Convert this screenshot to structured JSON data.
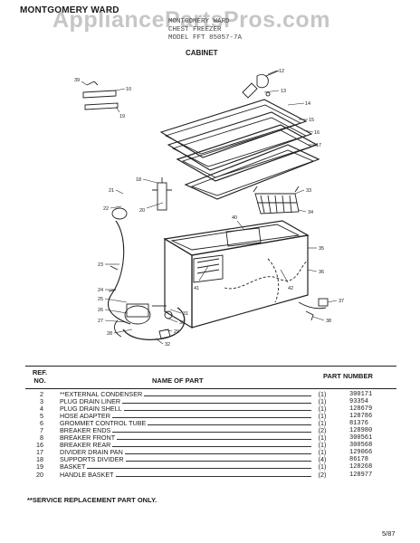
{
  "header": {
    "brand": "MONTGOMERY WARD",
    "watermark": "AppliancePartsPros.com",
    "model_lines": [
      "MONTGOMERY WARD",
      "CHEST FREEZER",
      "MODEL FFT 85057-7A"
    ],
    "section_title": "CABINET"
  },
  "table": {
    "ref_header": "REF. NO.",
    "name_header": "NAME OF PART",
    "pn_header": "PART NUMBER",
    "rows": [
      {
        "ref": "2",
        "name": "**EXTERNAL CONDENSER",
        "qty": "(1)",
        "pn": "300171"
      },
      {
        "ref": "3",
        "name": "PLUG DRAIN LINER",
        "qty": "(1)",
        "pn": "93354"
      },
      {
        "ref": "4",
        "name": "PLUG DRAIN SHELL",
        "qty": "(1)",
        "pn": "128679"
      },
      {
        "ref": "5",
        "name": "HOSE ADAPTER",
        "qty": "(1)",
        "pn": "128786"
      },
      {
        "ref": "6",
        "name": "GROMMET CONTROL TUBE",
        "qty": "(1)",
        "pn": "81376"
      },
      {
        "ref": "7",
        "name": "BREAKER ENDS",
        "qty": "(2)",
        "pn": "128980"
      },
      {
        "ref": "8",
        "name": "BREAKER FRONT",
        "qty": "(1)",
        "pn": "300561"
      },
      {
        "ref": "16",
        "name": "BREAKER REAR",
        "qty": "(1)",
        "pn": "300568"
      },
      {
        "ref": "17",
        "name": "DIVIDER DRAIN PAN",
        "qty": "(1)",
        "pn": "129066"
      },
      {
        "ref": "18",
        "name": "SUPPORTS DIVIDER",
        "qty": "(4)",
        "pn": "86178"
      },
      {
        "ref": "19",
        "name": "BASKET",
        "qty": "(1)",
        "pn": "128268"
      },
      {
        "ref": "20",
        "name": "HANDLE BASKET",
        "qty": "(2)",
        "pn": "128977"
      }
    ]
  },
  "footnote": "**SERVICE REPLACEMENT PART ONLY.",
  "date": "5/87",
  "diagram_labels": [
    "10",
    "19",
    "12",
    "13",
    "14",
    "15",
    "16",
    "17",
    "18",
    "20",
    "21",
    "22",
    "23",
    "24",
    "25",
    "26",
    "27",
    "28",
    "29",
    "30",
    "31",
    "32",
    "33",
    "34",
    "35",
    "36",
    "37",
    "38",
    "39",
    "40",
    "41",
    "42"
  ],
  "colors": {
    "ink": "#1a1a1a",
    "watermark": "#787878"
  }
}
